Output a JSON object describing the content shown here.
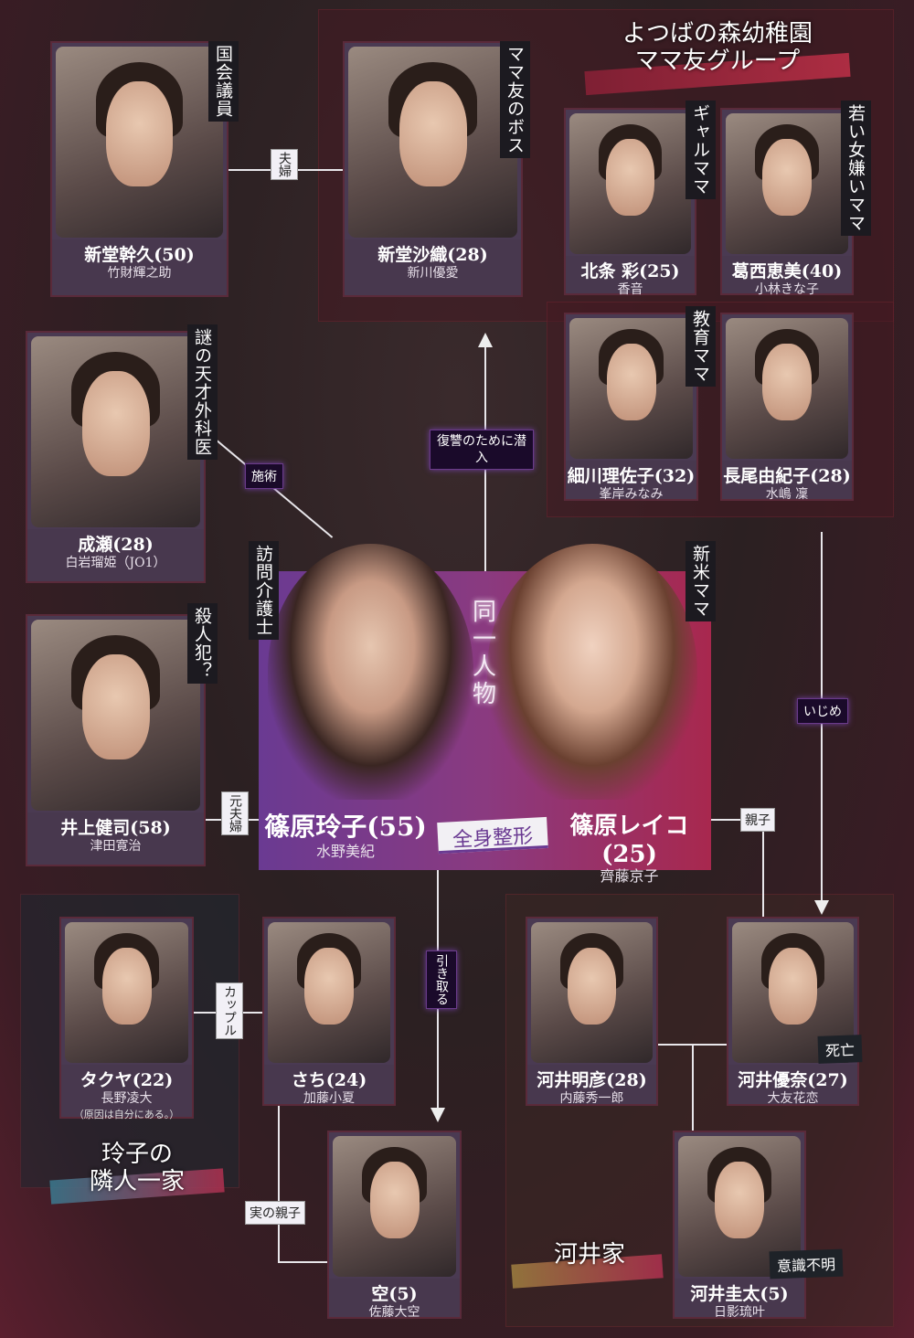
{
  "groups": {
    "mama_group_title_1": "よつばの森幼稚園",
    "mama_group_title_2": "ママ友グループ",
    "neighbor_title_1": "玲子の",
    "neighbor_title_2": "隣人一家",
    "kawai_title": "河井家"
  },
  "cards": [
    {
      "name": "新堂幹久(50)",
      "actor": "竹財輝之助",
      "tag": "国会議員"
    },
    {
      "name": "新堂沙織(28)",
      "actor": "新川優愛",
      "tag": "ママ友のボス"
    },
    {
      "name": "北条 彩(25)",
      "actor": "香音",
      "tag": "ギャルママ"
    },
    {
      "name": "葛西恵美(40)",
      "actor": "小林きな子",
      "tag": "若い女嫌いママ"
    },
    {
      "name": "細川理佐子(32)",
      "actor": "峯岸みなみ",
      "tag": "教育ママ"
    },
    {
      "name": "長尾由紀子(28)",
      "actor": "水嶋 凜"
    },
    {
      "name": "成瀬(28)",
      "actor": "白岩瑠姫（JO1）",
      "tag": "謎の天才外科医"
    },
    {
      "name": "井上健司(58)",
      "actor": "津田寛治",
      "tag": "殺人犯？"
    },
    {
      "name": "タクヤ(22)",
      "actor": "長野凌大",
      "note": "（原因は自分にある。）"
    },
    {
      "name": "さち(24)",
      "actor": "加藤小夏"
    },
    {
      "name": "空(5)",
      "actor": "佐藤大空"
    },
    {
      "name": "河井明彦(28)",
      "actor": "内藤秀一郎"
    },
    {
      "name": "河井優奈(27)",
      "actor": "大友花恋",
      "status": "死亡"
    },
    {
      "name": "河井圭太(5)",
      "actor": "日影琉叶",
      "status": "意識不明"
    }
  ],
  "main": {
    "left": {
      "name": "篠原玲子(55)",
      "actor": "水野美紀",
      "tag": "訪問介護士"
    },
    "right": {
      "name": "篠原レイコ(25)",
      "actor": "齊藤京子",
      "tag": "新米ママ"
    },
    "same_person": "同一人物",
    "transform": "全身整形"
  },
  "relations": {
    "couple": "夫婦",
    "surgery": "施術",
    "infiltrate": "復讐のために潜入",
    "bullying": "いじめ",
    "ex_couple": "元夫婦",
    "parent_child": "親子",
    "take_in": "引き取る",
    "lovers": "カップル",
    "biological": "実の親子"
  },
  "colors": {
    "purple": "#6a3a92",
    "crimson": "#a8284e",
    "card": "#48384e"
  }
}
